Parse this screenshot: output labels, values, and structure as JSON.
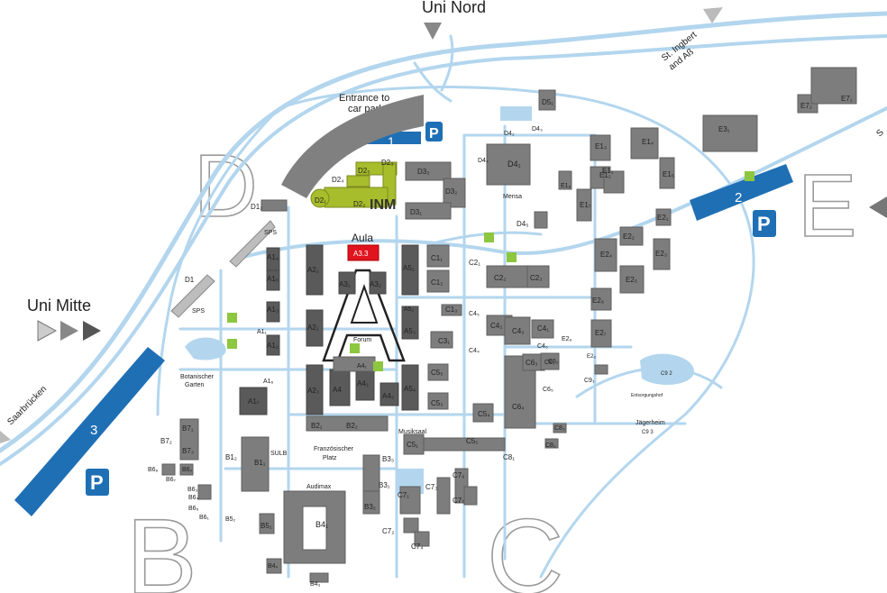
{
  "gates": {
    "uni_nord": "Uni Nord",
    "uni_mitte": "Uni Mitte",
    "st_ingbert_line1": "St. Ingbert",
    "st_ingbert_line2": "and Aß",
    "saarbruecken": "Saarbrücken",
    "east_partial": "S"
  },
  "zones": {
    "a": "A",
    "b": "B",
    "c": "C",
    "d": "D",
    "e": "E"
  },
  "parking": {
    "lot1": "1",
    "lot2": "2",
    "lot3": "3",
    "symbol": "P",
    "entrance_line1": "Entrance to",
    "entrance_line2": "car park"
  },
  "landmarks": {
    "aula": "Aula",
    "aula_building": "A3.3",
    "inm": "INM",
    "mensa": "Mensa",
    "forum": "Forum",
    "audimax": "Audimax",
    "musiksaal": "Musiksaal",
    "sulb": "SULB",
    "botanischer_line1": "Botanischer",
    "botanischer_line2": "Garten",
    "franz_line1": "Französischer",
    "franz_line2": "Platz",
    "sps_1": "SPS",
    "sps_2": "SPS",
    "entsorgungshof": "Entsorgungshof",
    "jaegerheim": "Jägerheim"
  },
  "buildings": {
    "D1": "D1",
    "D1_2": "D1₂",
    "D2_1": "D2₁",
    "D2_2": "D2₂",
    "D2_3": "D2₃",
    "D2_4": "D2₄",
    "D2_5": "D2₅",
    "D3_1": "D3₁",
    "D3_2": "D3₂",
    "D3_3": "D3₃",
    "D4_1": "D4₁",
    "D4_2": "D4₂",
    "D4_3": "D4₃",
    "D4_4": "D4₄",
    "D4_5": "D4₅",
    "D5_1": "D5₁",
    "E1_1": "E1₁",
    "E1_2": "E1₂",
    "E1_3": "E1₃",
    "E1_4": "E1₄",
    "E1_5": "E1₅",
    "E1_6": "E1₆",
    "E1_7": "E1₇",
    "E2_1": "E2₁",
    "E2_2": "E2₂",
    "E2_3": "E2₃",
    "E2_4": "E2₄",
    "E2_5": "E2₅",
    "E2_6": "E2₆",
    "E2_7": "E2₇",
    "E2_8": "E2₈",
    "E2_9": "E2₉",
    "E3_1": "E3₁",
    "E7_1": "E7₁",
    "E7_2": "E7₂",
    "A1_1": "A1₁",
    "A1_2": "A1₂",
    "A1_3": "A1₃",
    "A1_4": "A1₄",
    "A1_5": "A1₅",
    "A1_6": "A1₆",
    "A1_7": "A1₇",
    "A2_1": "A2₁",
    "A2_2": "A2₂",
    "A2_3": "A2₃",
    "A3_1": "A3₁",
    "A3_2": "A3₂",
    "A4": "A4",
    "A4_1": "A4₁",
    "A4_2": "A4₂",
    "A4_3": "A4₃",
    "A5_1": "A5₁",
    "A5_2": "A5₂",
    "A5_3": "A5₃",
    "A5_4": "A5₄",
    "C1_1": "C1₁",
    "C1_2": "C1₂",
    "C1_3": "C1₃",
    "C2_1": "C2₁",
    "C2_2": "C2₂",
    "C2_3": "C2₃",
    "C3_1": "C3₁",
    "C4_1": "C4₁",
    "C4_2": "C4₂",
    "C4_3": "C4₃",
    "C4_4": "C4₄",
    "C4_5": "C4₅",
    "C4_6": "C4₆",
    "C5_1": "C5₁",
    "C5_2": "C5₂",
    "C5_3": "C5₃",
    "C5_4": "C5₄",
    "C5_5": "C5₅",
    "C6_1": "C6₁",
    "C6_2": "C6₂",
    "C6_3": "C6₃",
    "C6_4": "C6₄",
    "C6_5": "C6₅",
    "C7_1": "C7₁",
    "C7_2": "C7₂",
    "C7_3": "C7₃",
    "C7_4": "C7₄",
    "C7_6": "C7₆",
    "C7_7": "C7₇",
    "C8_1": "C8₁",
    "C8_2": "C8₂",
    "C8_3": "C8₃",
    "C9_1": "C9₁",
    "C9_2": "C9 2",
    "C9_3": "C9 3",
    "B1_1": "B1₁",
    "B1_2": "B1₂",
    "B2_1": "B2₁",
    "B2_2": "B2₂",
    "B3_1": "B3₁",
    "B3_2": "B3₂",
    "B3_3": "B3₃",
    "B4_1": "B4₁",
    "B4_3": "B4₃",
    "B4_4": "B4₄",
    "B5_1": "B5₁",
    "B5_2": "B5₂",
    "B6_1": "B6₁",
    "B6_2": "B6₂",
    "B6_3": "B6₃",
    "B6_4": "B6₄",
    "B6_5": "B6₅",
    "B6_6": "B6₆",
    "B6_7": "B6₇",
    "B7_1": "B7₁",
    "B7_2": "B7₂",
    "B7_3": "B7₃"
  },
  "colors": {
    "road": "#b3d6ee",
    "parking_blue": "#1f6fb5",
    "aula_red": "#e0141e",
    "inm_green": "#a7bd2c",
    "building_grey": "#7d7d7d",
    "bus_stop_green": "#8dc63f"
  },
  "icons": [
    "direction-arrow-icon",
    "parking-icon",
    "bus-stop-icon"
  ]
}
